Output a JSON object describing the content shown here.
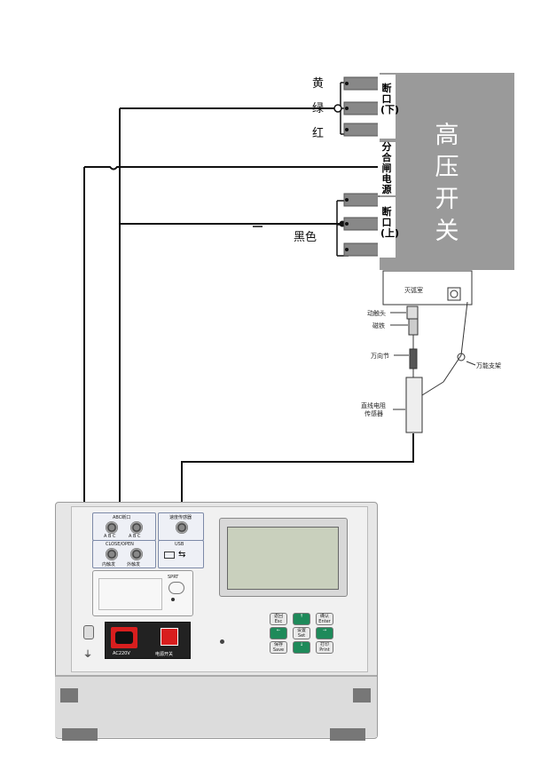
{
  "switch": {
    "title_lines": [
      "高",
      "压",
      "开",
      "关"
    ],
    "break_upper": "断口(下)",
    "power": "分合闸电源",
    "break_lower": "断口(上)"
  },
  "wire_labels": {
    "yellow": "黄",
    "green": "绿",
    "red": "红",
    "black": "黑色"
  },
  "mechanism": {
    "arc_chamber": "灭弧室",
    "moving_contact": "动触头",
    "magnet": "磁铁",
    "universal_joint": "万向节",
    "universal_bracket": "万能支架",
    "sensor_line1": "直线电阻",
    "sensor_line2": "传感器"
  },
  "instrument": {
    "port1_label": "ABC断口",
    "port1_sub": "A B C",
    "port2_sub": "A B C",
    "port3_label": "速度传感器",
    "port4_label": "CLOSE/OPEN",
    "port4_sub1": "内触发",
    "port4_sub2": "外触发",
    "usb_label": "USB",
    "printer_label": "SPRT",
    "ac_label": "AC220V",
    "switch_label": "电源开关",
    "keys": [
      {
        "name": "key-return",
        "l1": "返回",
        "l2": "Esc"
      },
      {
        "name": "key-up",
        "l1": "↑",
        "l2": ""
      },
      {
        "name": "key-confirm",
        "l1": "确认",
        "l2": "Enter"
      },
      {
        "name": "key-left",
        "l1": "←",
        "l2": ""
      },
      {
        "name": "key-set",
        "l1": "设置",
        "l2": "Set"
      },
      {
        "name": "key-right",
        "l1": "→",
        "l2": ""
      },
      {
        "name": "key-save",
        "l1": "保存",
        "l2": "Save"
      },
      {
        "name": "key-down",
        "l1": "↓",
        "l2": ""
      },
      {
        "name": "key-print",
        "l1": "打印",
        "l2": "Print"
      }
    ]
  },
  "colors": {
    "switch_gray": "#9a9a9a",
    "key_green": "#1e8a5a",
    "wire": "#111111",
    "ac_socket": "#d81e1e"
  }
}
